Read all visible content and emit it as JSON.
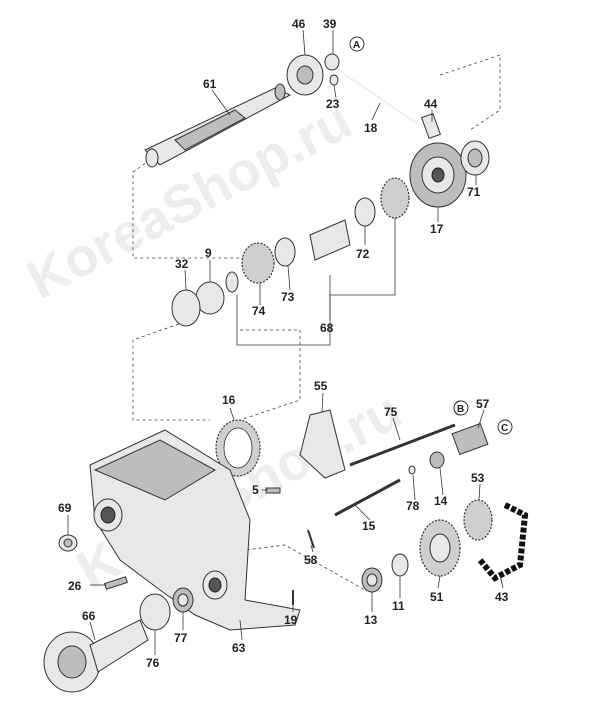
{
  "watermark": "KoreaShop.ru",
  "callouts": [
    "46",
    "39",
    "A",
    "61",
    "23",
    "18",
    "44",
    "71",
    "17",
    "32",
    "9",
    "74",
    "73",
    "68",
    "72",
    "55",
    "16",
    "75",
    "57",
    "B",
    "C",
    "5",
    "78",
    "14",
    "53",
    "69",
    "15",
    "58",
    "26",
    "51",
    "43",
    "13",
    "11",
    "66",
    "77",
    "76",
    "63",
    "19"
  ]
}
